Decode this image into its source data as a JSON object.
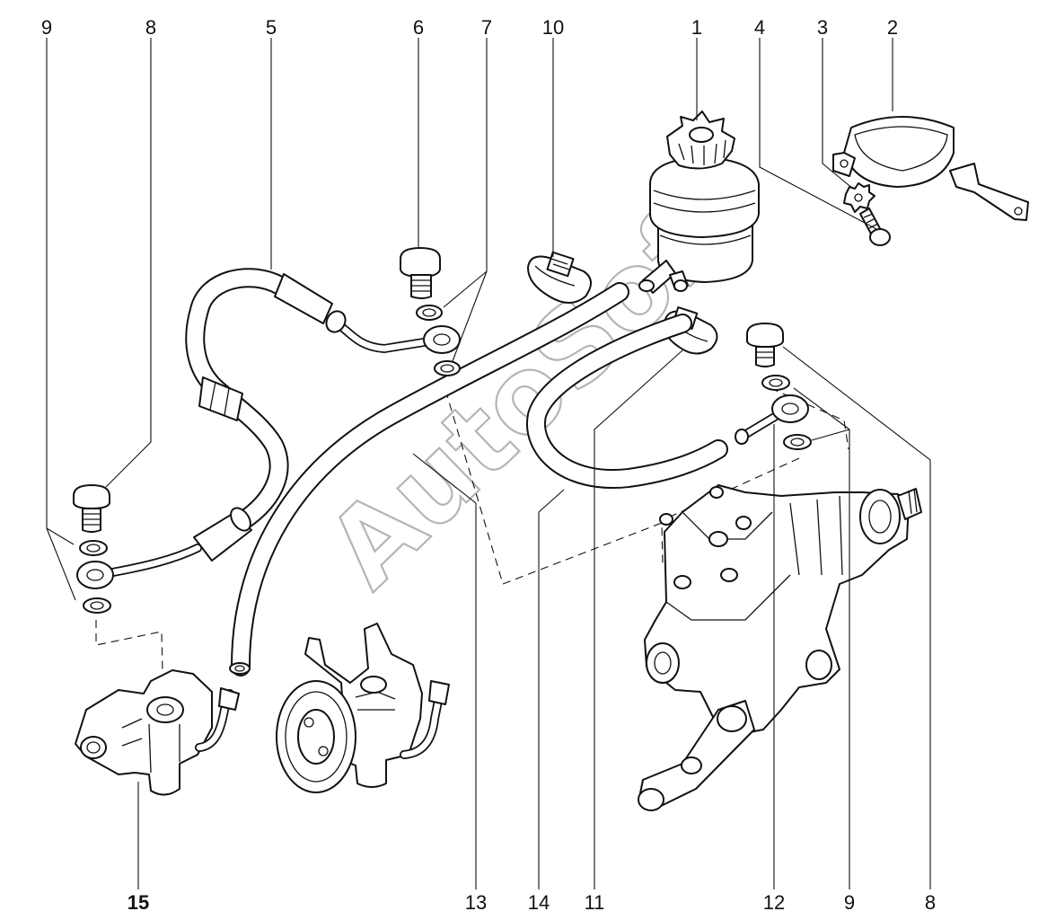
{
  "watermark": "AutoSoft",
  "callouts": {
    "top_9": "9",
    "top_8": "8",
    "top_5": "5",
    "top_6": "6",
    "top_7": "7",
    "top_10": "10",
    "top_1": "1",
    "top_4": "4",
    "top_3": "3",
    "top_2": "2",
    "bottom_15": "15",
    "bottom_13": "13",
    "bottom_14": "14",
    "bottom_11": "11",
    "bottom_12": "12",
    "bottom_9": "9",
    "bottom_8": "8"
  },
  "colors": {
    "line": "#111111",
    "background": "#ffffff",
    "watermark": "#b5b5b5"
  }
}
